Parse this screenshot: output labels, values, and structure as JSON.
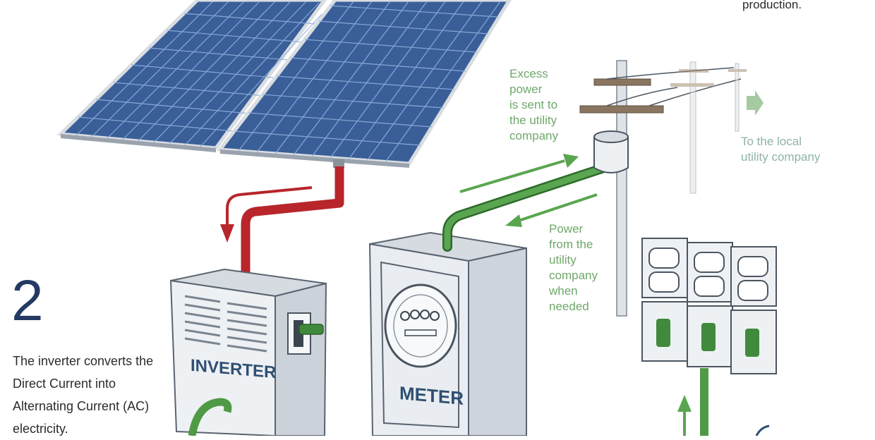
{
  "header": {
    "partial_caption": "production."
  },
  "labels": {
    "excess_power": "Excess\npower\nis sent to\nthe utility\ncompany",
    "to_local_utility": "To the local\nutility company",
    "power_from_utility": "Power\nfrom the\nutility\ncompany\nwhen\nneeded"
  },
  "components": {
    "inverter": "INVERTER",
    "meter": "METER"
  },
  "step": {
    "number": "2",
    "description": "The inverter converts the Direct Current into Alternating Current (AC) electricity."
  },
  "colors": {
    "dc_wire": "#b8262b",
    "ac_wire": "#4f9a45",
    "panel_cell": "#3f6db0",
    "step_number": "#243a63",
    "label_green": "#6fa86a"
  }
}
